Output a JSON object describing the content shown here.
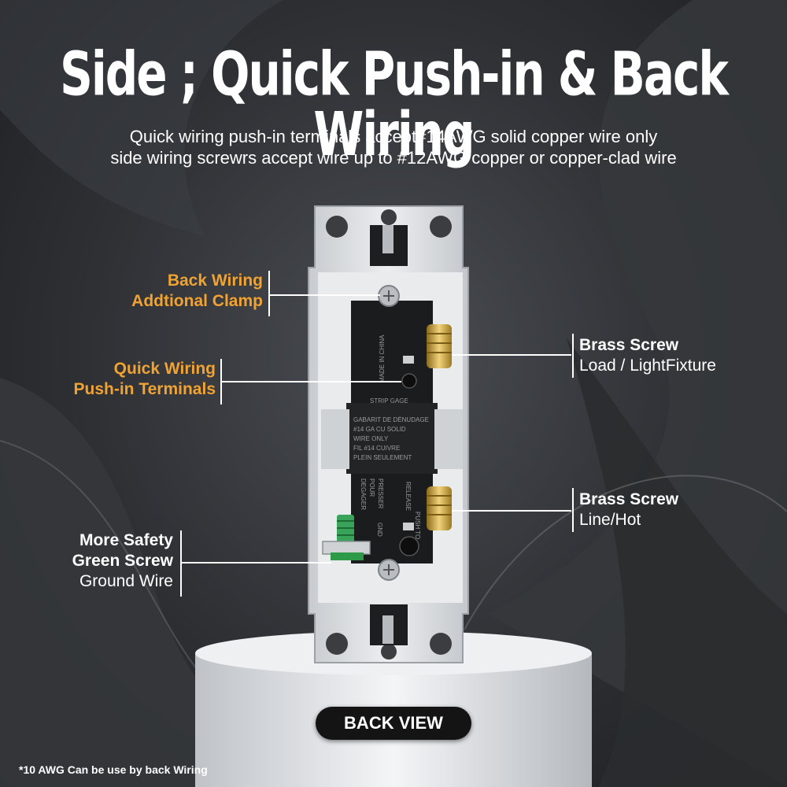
{
  "title": "Side ; Quick Push-in & Back Wiring",
  "subtitle": {
    "line1": "Quick wiring push-in terminals accept#14AWG solid copper wire only",
    "line2": "side wiring screwrs accept wire up to #12AWG copper or copper-clad wire"
  },
  "callouts": {
    "back_clamp": {
      "line1": "Back Wiring",
      "line2": "Addtional Clamp"
    },
    "push_in": {
      "line1": "Quick Wiring",
      "line2": "Push-in Terminals"
    },
    "ground": {
      "line1": "More Safety",
      "line2": "Green Screw",
      "line3": "Ground Wire"
    },
    "brass_load": {
      "line1": "Brass Screw",
      "line2": "Load / LightFixture"
    },
    "brass_line": {
      "line1": "Brass Screw",
      "line2": "Line/Hot"
    }
  },
  "switch_markings": {
    "made_in": "MADE IN CHINA",
    "strip_gage": "STRIP GAGE",
    "gabarit_line1": "GABARIT DE DÉNUDAGE",
    "gabarit_line2": "#14  GA  CU  SOLID",
    "gabarit_line3": "WIRE ONLY",
    "gabarit_line4": "FIL #14 CUIVRE",
    "gabarit_line5": "PLEIN SEULEMENT",
    "push_to": "PUSH TO",
    "release": "RELEASE",
    "presser": "PRESSER",
    "pour": "POUR",
    "degager": "DEGAGER",
    "gnd": "GND"
  },
  "badge": "BACK VIEW",
  "footnote": "*10 AWG Can be use by back Wiring",
  "colors": {
    "accent_orange": "#f0a233",
    "background_dark": "#2e3034",
    "brass": "#c9a23a",
    "ground_green": "#3aa35a"
  }
}
